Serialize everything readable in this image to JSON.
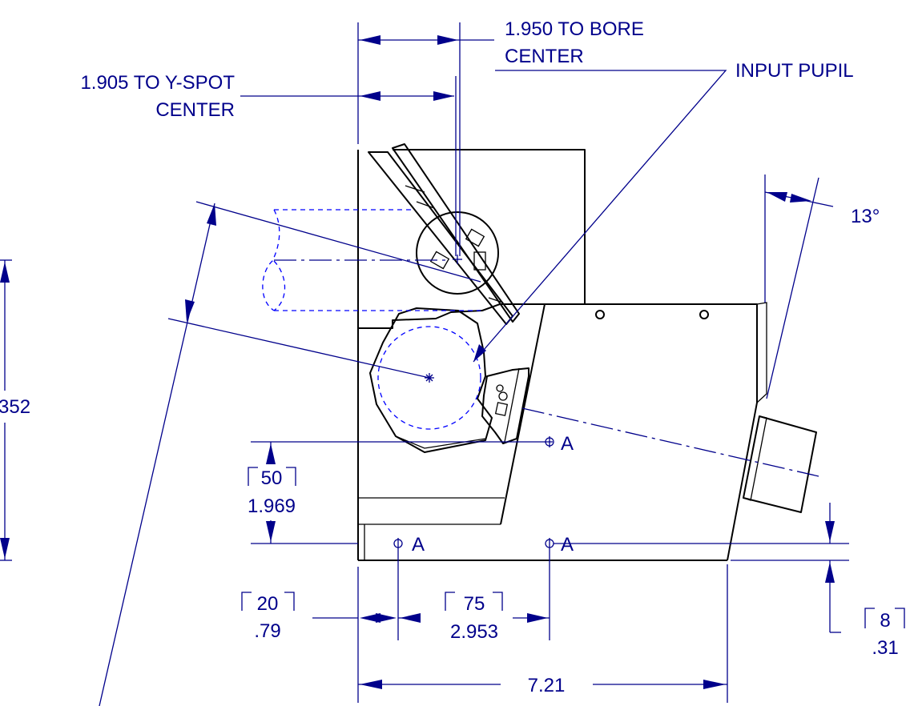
{
  "dimensions": {
    "bore_center": {
      "line1": "1.950 TO BORE",
      "line2": "CENTER"
    },
    "y_spot_center": {
      "line1": "1.905 TO Y-SPOT",
      "line2": "CENTER"
    },
    "input_pupil": "INPUT PUPIL",
    "angle": "13°",
    "height_partial": "352",
    "dim_50": {
      "metric": "50",
      "inch": "1.969"
    },
    "dim_20": {
      "metric": "20",
      "inch": ".79"
    },
    "dim_75": {
      "metric": "75",
      "inch": "2.953"
    },
    "dim_8": {
      "metric": "8",
      "inch": ".31"
    },
    "overall_width": "7.21"
  },
  "datum_label": "A",
  "colors": {
    "dimension": "#00008b",
    "hidden": "#0000ff",
    "outline": "#000000"
  }
}
